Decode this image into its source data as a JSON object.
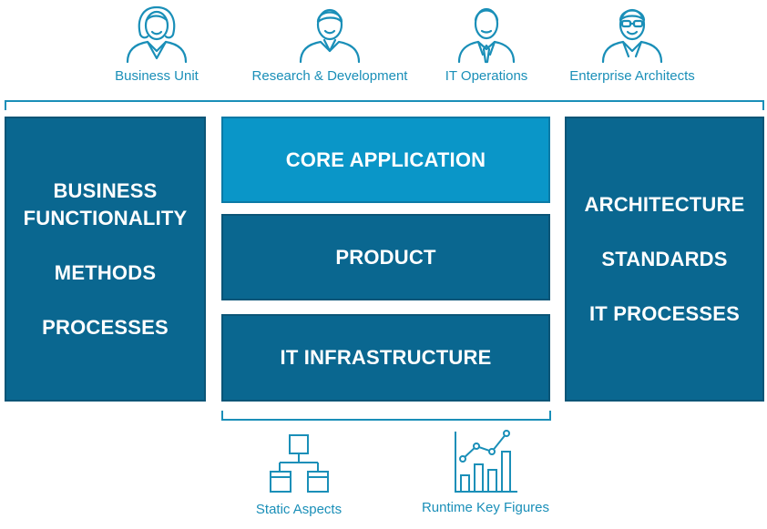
{
  "personas": [
    {
      "label": "Business Unit",
      "icon": "woman-user-icon"
    },
    {
      "label": "Research & Development",
      "icon": "man-user-icon"
    },
    {
      "label": "IT Operations",
      "icon": "man-tie-user-icon"
    },
    {
      "label": "Enterprise Architects",
      "icon": "man-glasses-user-icon"
    }
  ],
  "left_box": {
    "lines": [
      "BUSINESS",
      "FUNCTIONALITY",
      "METHODS",
      "PROCESSES"
    ]
  },
  "center_boxes": {
    "core": "CORE APPLICATION",
    "product": "PRODUCT",
    "infrastructure": "IT INFRASTRUCTURE"
  },
  "right_box": {
    "lines": [
      "ARCHITECTURE",
      "STANDARDS",
      "IT PROCESSES"
    ]
  },
  "aspects": [
    {
      "label": "Static Aspects",
      "icon": "hierarchy-icon"
    },
    {
      "label": "Runtime Key Figures",
      "icon": "chart-trend-icon"
    }
  ],
  "colors": {
    "dark_box": "#0a6790",
    "light_box": "#0a96c8",
    "accent": "#1a8fb8"
  }
}
